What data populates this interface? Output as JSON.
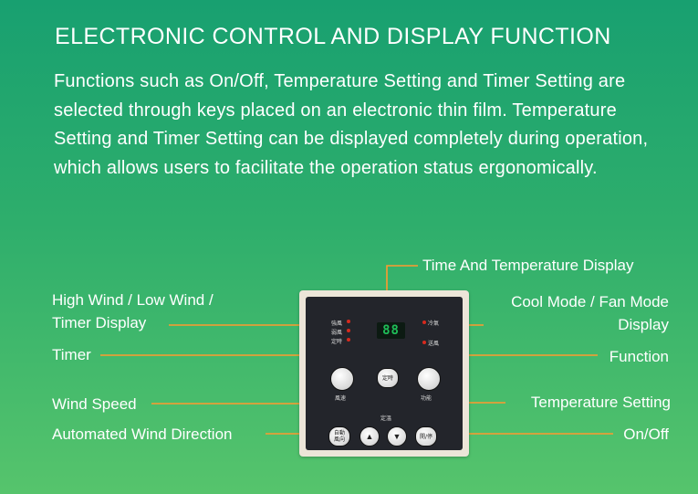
{
  "title": "ELECTRONIC CONTROL AND DISPLAY FUNCTION",
  "description": "Functions such as On/Off, Temperature Setting and Timer Setting are selected through keys placed on an electronic thin film. Temperature Setting and Timer Setting can be displayed completely during operation, which allows users to facilitate the operation status ergonomically.",
  "labels": {
    "time_temp_display": "Time And Temperature Display",
    "high_low_wind_line1": "High Wind / Low Wind /",
    "high_low_wind_line2": "Timer Display",
    "cool_fan_line1": "Cool Mode / Fan Mode",
    "cool_fan_line2": "Display",
    "timer": "Timer",
    "function": "Function",
    "wind_speed": "Wind Speed",
    "temperature_setting": "Temperature Setting",
    "auto_wind_direction": "Automated Wind Direction",
    "on_off": "On/Off"
  },
  "panel": {
    "indicator_strong_wind": "強風",
    "indicator_weak_wind": "弱風",
    "indicator_timer": "定時",
    "indicator_cool": "冷氣",
    "indicator_fan": "送風",
    "display_value": "88",
    "timer_button": "定時",
    "wind_speed_label": "風速",
    "function_label": "功能",
    "temp_setting_label": "定溫",
    "auto_direction_button_line1": "自動",
    "auto_direction_button_line2": "風向",
    "up_arrow": "▲",
    "down_arrow": "▼",
    "power_button": "開/停"
  },
  "colors": {
    "leader": "#ff9a2e",
    "led": "#d62a1e",
    "display_digits": "#1fbd58"
  }
}
